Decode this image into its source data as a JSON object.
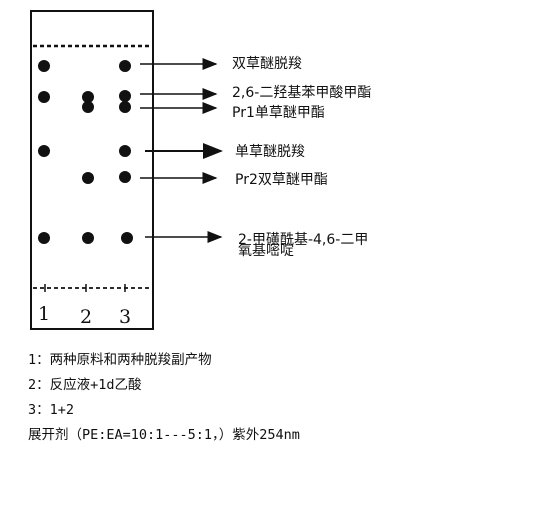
{
  "plate": {
    "lanes": [
      "1",
      "2",
      "3"
    ]
  },
  "compounds": [
    "双草醚脱羧",
    "2,6-二羟基苯甲酸甲酯",
    "Pr1单草醚甲酯",
    "单草醚脱羧",
    "Pr2双草醚甲酯",
    "2-甲磺酰基-4,6-二甲",
    "氧基嘧啶"
  ],
  "notes": [
    "1：两种原料和两种脱羧副产物",
    "2：反应液+1d乙酸",
    "3：1+2",
    "展开剂（PE:EA=10:1---5:1，）紫外254nm"
  ],
  "colors": {
    "ink": "#111111",
    "background": "#ffffff"
  }
}
